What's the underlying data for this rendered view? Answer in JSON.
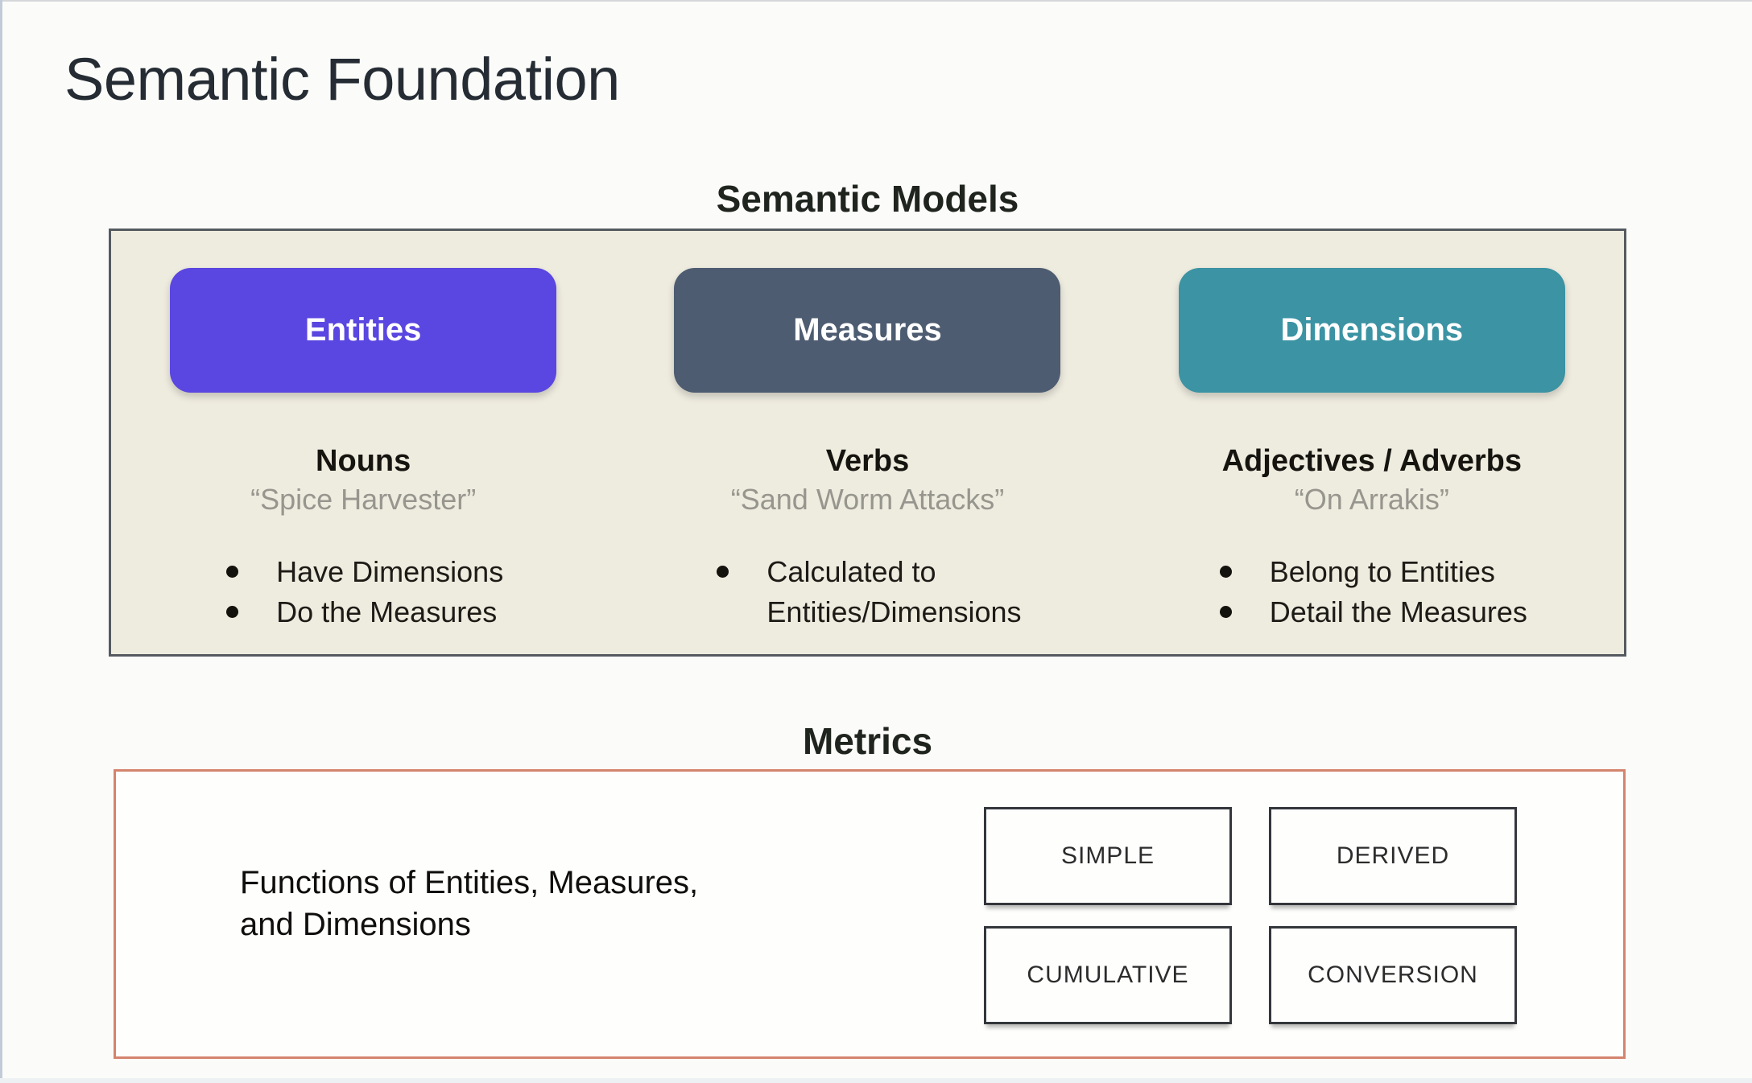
{
  "slide": {
    "title": "Semantic Foundation"
  },
  "semantic_models": {
    "heading": "Semantic Models",
    "columns": [
      {
        "pill_label": "Entities",
        "pill_color": "#5a46e0",
        "word_class": "Nouns",
        "example_quote": "“Spice Harvester”",
        "bullets": [
          "Have Dimensions",
          "Do the Measures"
        ]
      },
      {
        "pill_label": "Measures",
        "pill_color": "#4e5c71",
        "word_class": "Verbs",
        "example_quote": "“Sand Worm Attacks”",
        "bullets": [
          "Calculated to\nEntities/Dimensions"
        ]
      },
      {
        "pill_label": "Dimensions",
        "pill_color": "#3b93a3",
        "word_class": "Adjectives / Adverbs",
        "example_quote": "“On Arrakis”",
        "bullets": [
          "Belong to Entities",
          "Detail the Measures"
        ]
      }
    ]
  },
  "metrics": {
    "heading": "Metrics",
    "description": "Functions of Entities, Measures,\nand Dimensions",
    "types": [
      "SIMPLE",
      "DERIVED",
      "CUMULATIVE",
      "CONVERSION"
    ]
  },
  "colors": {
    "entities_pill": "#5a46e0",
    "measures_pill": "#4e5c71",
    "dimensions_pill": "#3b93a3",
    "models_panel_bg": "#eeebdf",
    "models_panel_border": "#555a60",
    "metrics_panel_border": "#d4846e"
  }
}
